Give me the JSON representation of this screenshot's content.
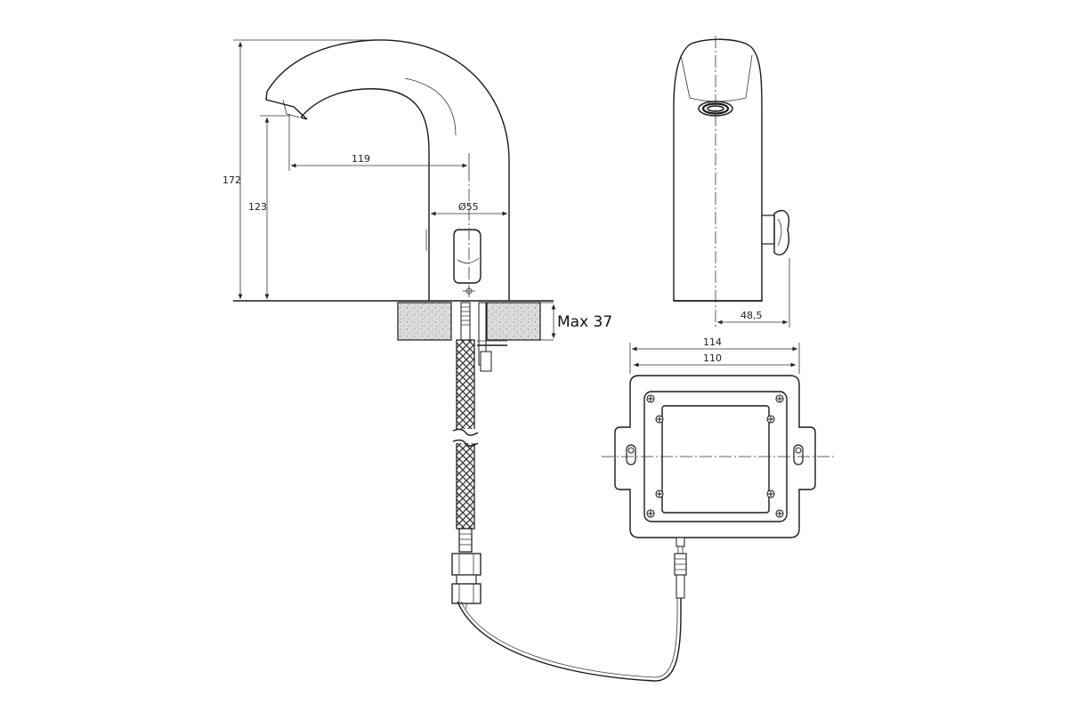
{
  "dimensions": {
    "overall_height": "172",
    "spout_height": "123",
    "spout_reach": "119",
    "body_diameter": "Ø55",
    "deck_thickness": "Max 37",
    "side_depth": "48,5",
    "box_outer_width": "114",
    "box_mount_width": "110"
  },
  "colors": {
    "line": "#1a1a1a",
    "deck_fill": "#d9d9d9",
    "background": "#ffffff"
  },
  "icons": [
    "screw-head-icon",
    "keyhole-slot-icon",
    "sensor-window-icon",
    "aerator-icon",
    "break-mark-icon"
  ]
}
